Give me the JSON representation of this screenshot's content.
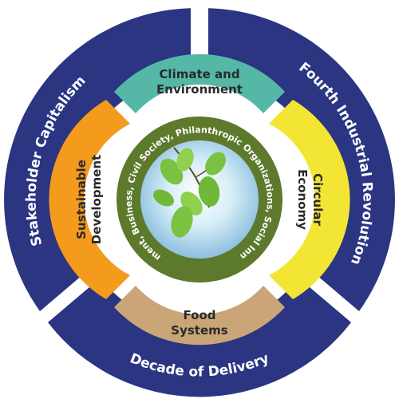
{
  "outer_ring": {
    "stakeholder": "Stakeholder Capitalism",
    "industrial": "Fourth Industrial Revolution",
    "delivery": "Decade of Delivery"
  },
  "middle_ring": {
    "climate_line1": "Climate and",
    "climate_line2": "Environment",
    "circular_line1": "Circular",
    "circular_line2": "Economy",
    "food_line1": "Food",
    "food_line2": "Systems",
    "sustainable_line1": "Sustainable",
    "sustainable_line2": "Development"
  },
  "inner_ring": {
    "actors": "Government, Business, Civil Society, Philanthropic Organizations, Social Innovators"
  },
  "colors": {
    "navy": "#2b3582",
    "teal": "#55b8a6",
    "yellow": "#f3e534",
    "tan": "#c9a577",
    "orange": "#f49a1d",
    "olive": "#5d7a2c",
    "sky": "#cfe9f6",
    "leaf": "#7bc142"
  }
}
